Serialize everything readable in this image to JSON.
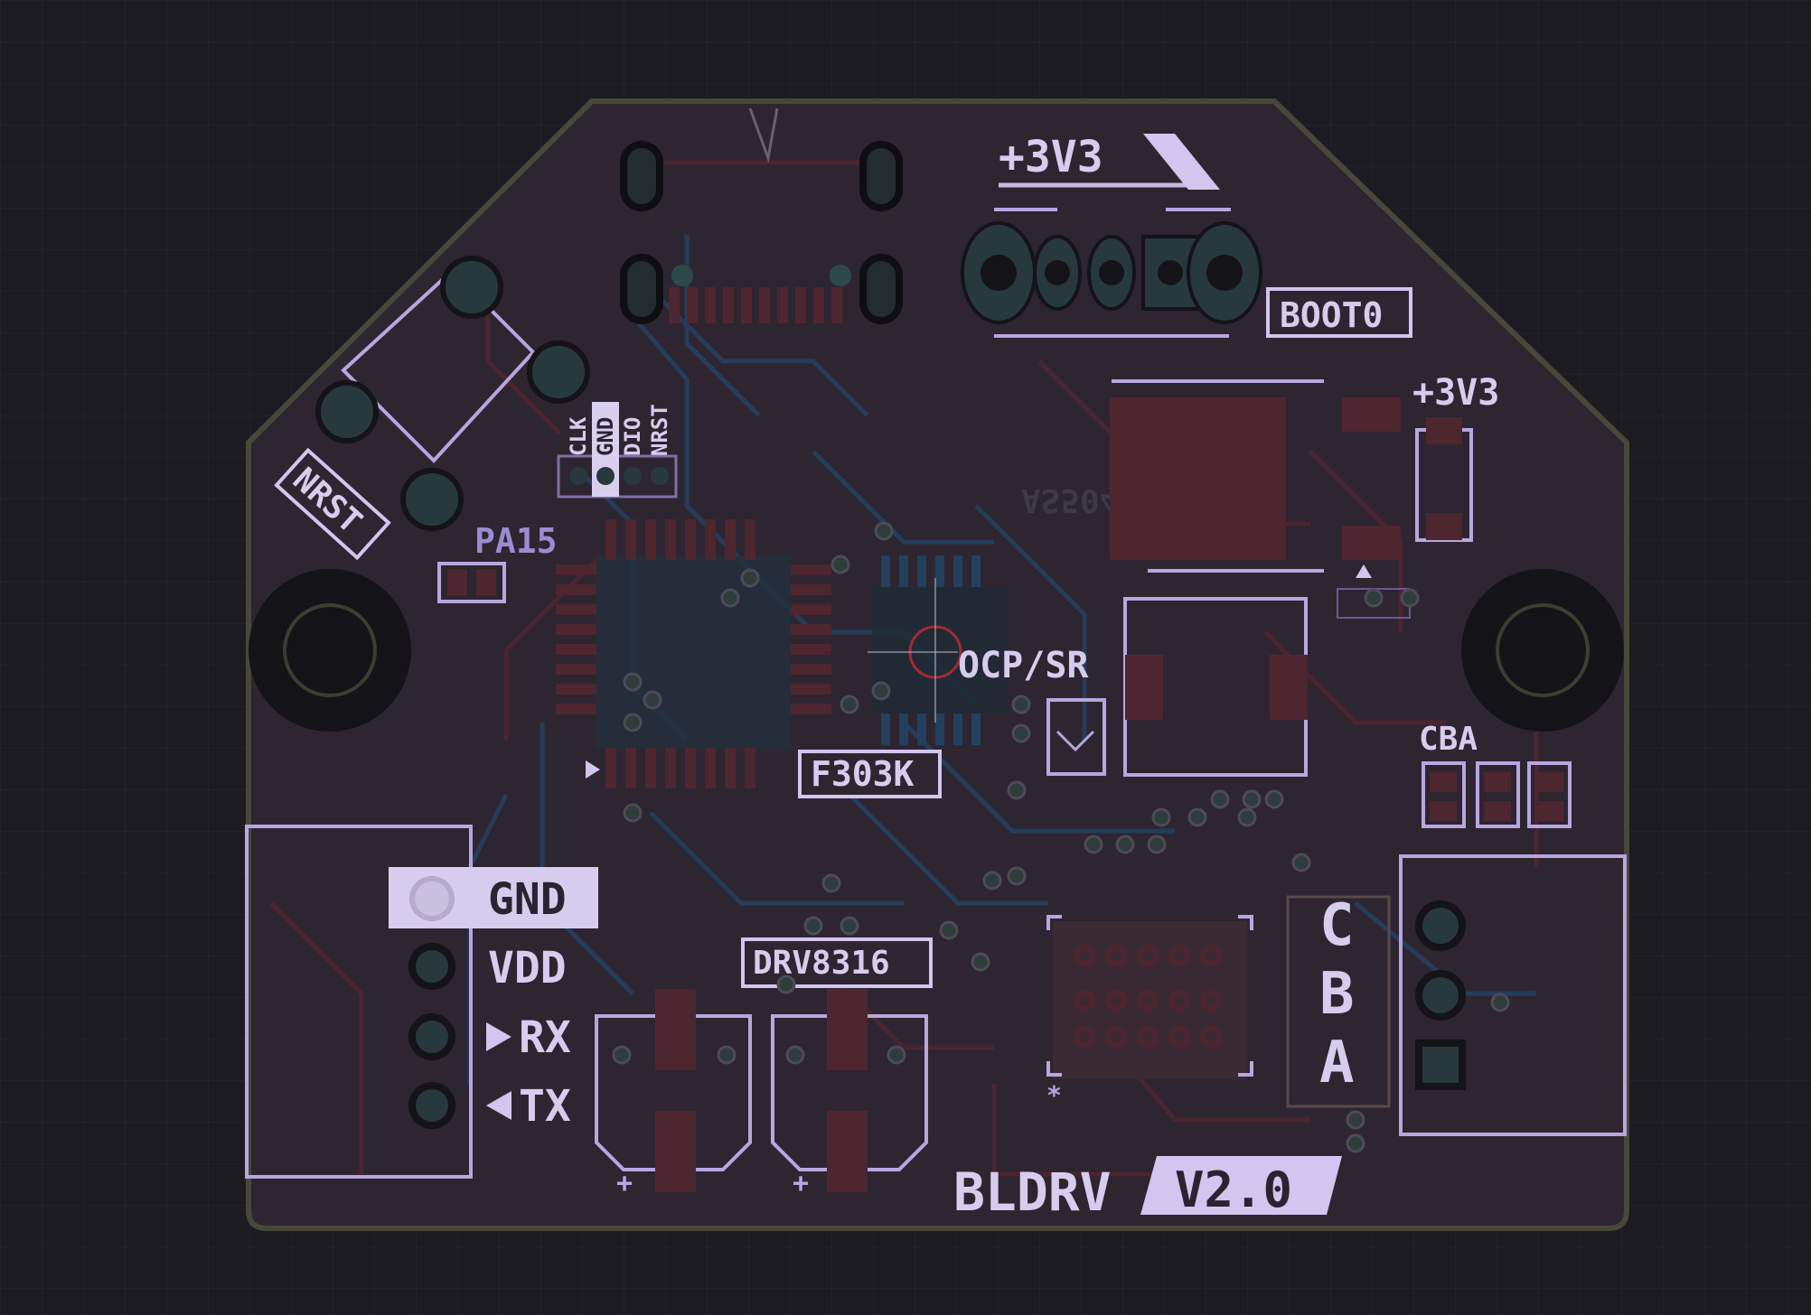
{
  "board": {
    "name": "BLDRV",
    "version": "V2.0",
    "mcu_label": "F303K",
    "driver_label": "DRV8316",
    "ocp_label": "OCP/SR",
    "mirrored_label": "AS5048A"
  },
  "labels": {
    "top_rail": "+3V3",
    "right_rail": "+3V3",
    "boot": "BOOT0",
    "reset": "NRST",
    "pa15": "PA15",
    "cba": "CBA"
  },
  "swd_pins": [
    "CLK",
    "GND",
    "DIO",
    "NRST"
  ],
  "uart_pins": {
    "gnd": "GND",
    "vdd": "VDD",
    "rx": "RX",
    "tx": "TX"
  },
  "phase_pins": [
    "C",
    "B",
    "A"
  ],
  "colors": {
    "background": "#1c1b21",
    "board_fill": "#2d2530",
    "silkscreen": "#d2c5ef",
    "copper_front": "#5a2a33",
    "copper_back": "#1f3a5a",
    "pads": "#2b3a40",
    "outline": "#4a4a3a"
  }
}
